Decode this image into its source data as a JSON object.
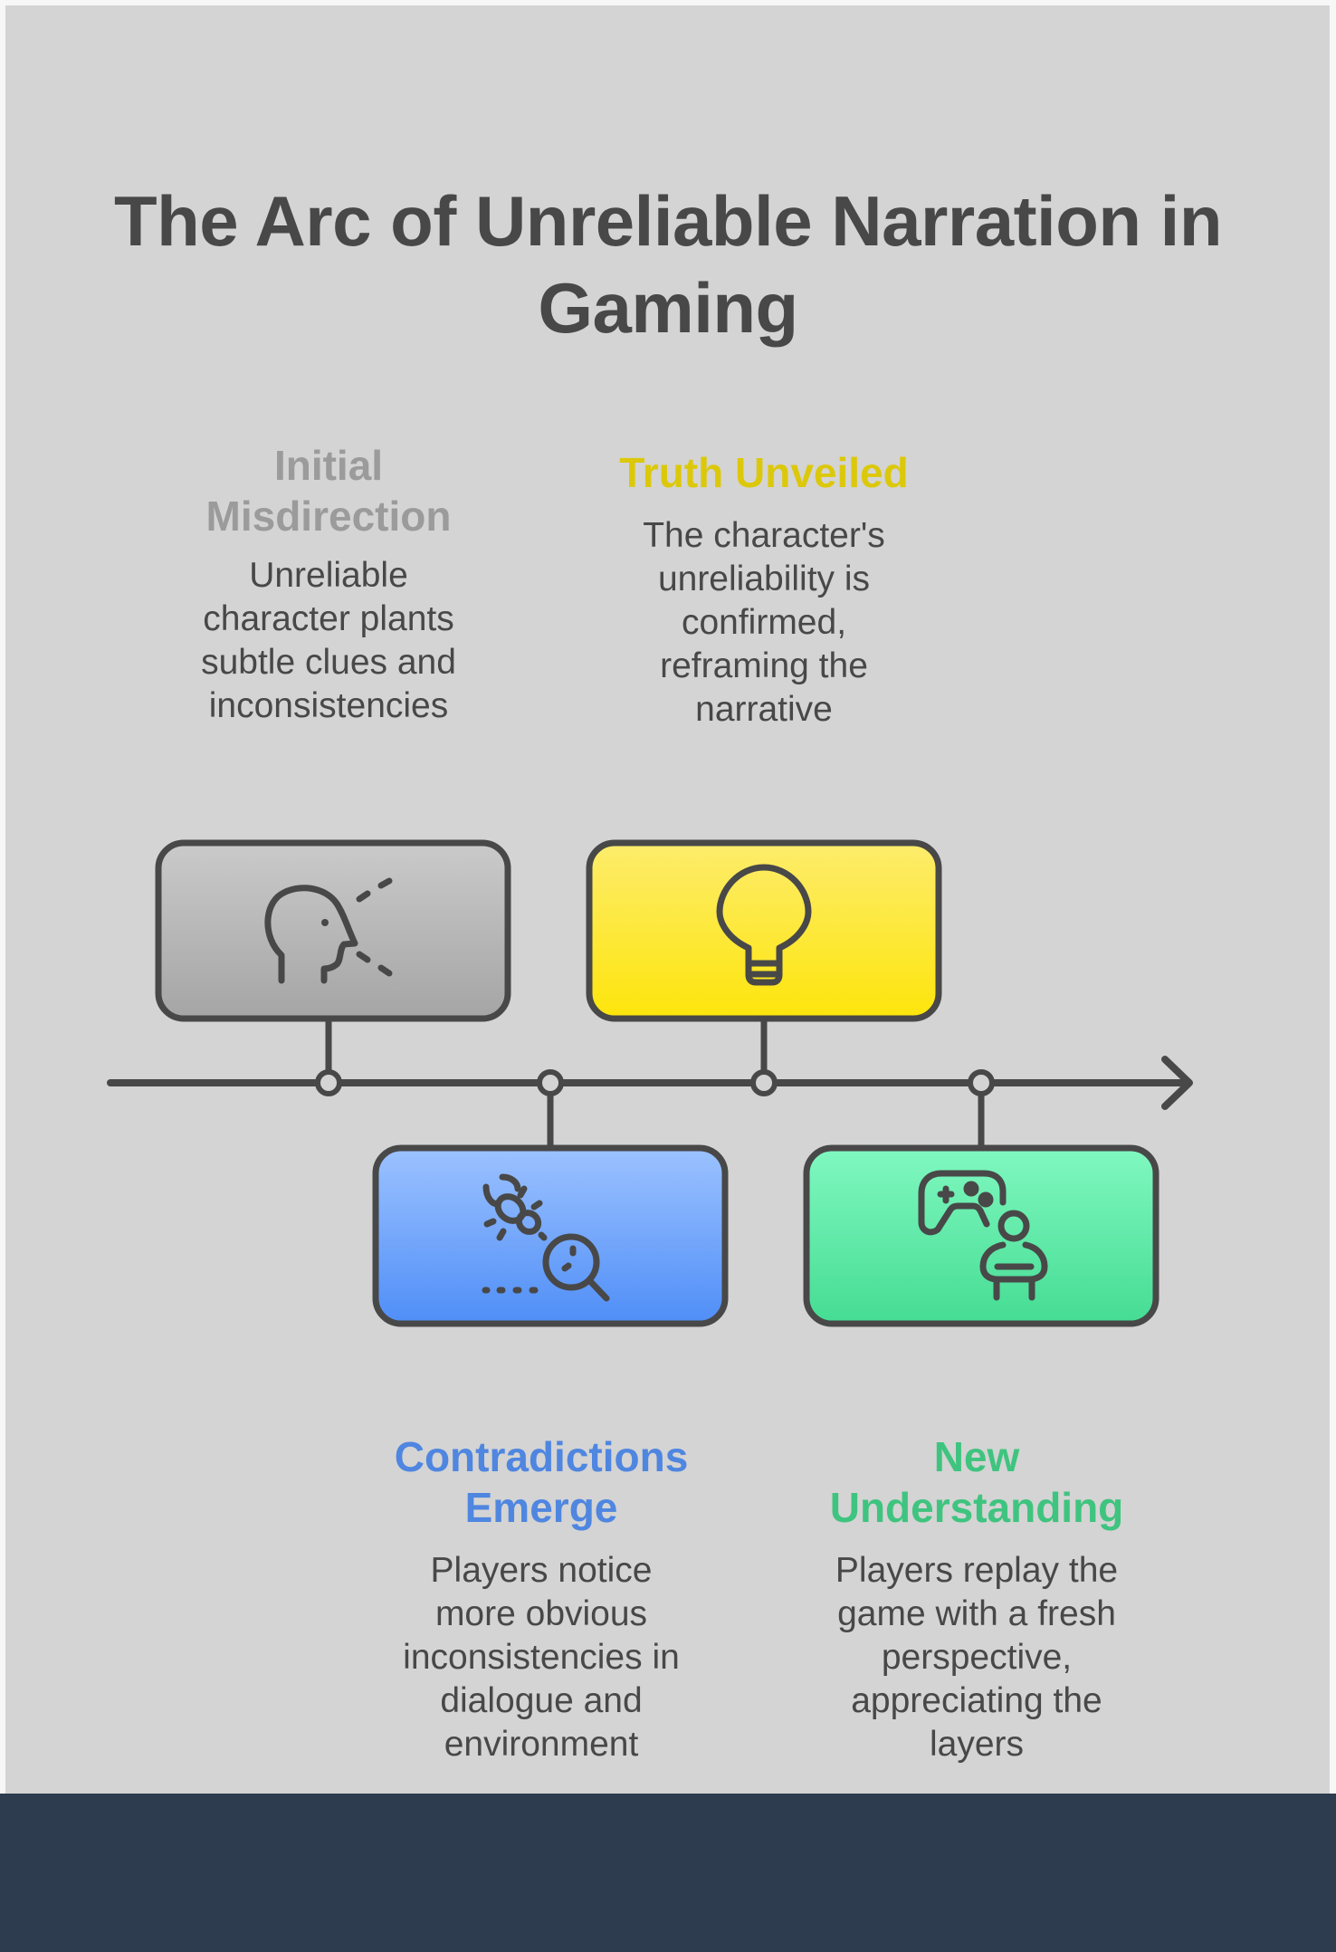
{
  "title": {
    "lines": [
      "The Arc of Unreliable Narration in",
      "Gaming"
    ],
    "color": "#484848"
  },
  "timeline": {
    "line_color": "#484848",
    "arrow": "right-arrow"
  },
  "stages": [
    {
      "id": "initial-misdirection",
      "order": 1,
      "position": "above",
      "heading_lines": [
        "Initial",
        "Misdirection"
      ],
      "description_lines": [
        "Unreliable",
        "character plants",
        "subtle clues and",
        "inconsistencies"
      ],
      "heading_color": "#9b9b9b",
      "box_gradient": [
        "#cacaca",
        "#a5a5a5"
      ],
      "icon": "speaking-head-icon"
    },
    {
      "id": "contradictions-emerge",
      "order": 2,
      "position": "below",
      "heading_lines": [
        "Contradictions",
        "Emerge"
      ],
      "description_lines": [
        "Players notice",
        "more obvious",
        "inconsistencies in",
        "dialogue and",
        "environment"
      ],
      "heading_color": "#4f86e0",
      "box_gradient": [
        "#9cc2ff",
        "#4f8ef7"
      ],
      "icon": "bug-search-icon"
    },
    {
      "id": "truth-unveiled",
      "order": 3,
      "position": "above",
      "heading_lines": [
        "Truth Unveiled"
      ],
      "description_lines": [
        "The character's",
        "unreliability is",
        "confirmed,",
        "reframing the",
        "narrative"
      ],
      "heading_color": "#dcc80a",
      "box_gradient": [
        "#fdec6c",
        "#fde50b"
      ],
      "icon": "lightbulb-icon"
    },
    {
      "id": "new-understanding",
      "order": 4,
      "position": "below",
      "heading_lines": [
        "New",
        "Understanding"
      ],
      "description_lines": [
        "Players replay the",
        "game with a fresh",
        "perspective,",
        "appreciating the",
        "layers"
      ],
      "heading_color": "#3fc47f",
      "box_gradient": [
        "#80f8c0",
        "#45dc93"
      ],
      "icon": "gamer-controller-icon"
    }
  ]
}
